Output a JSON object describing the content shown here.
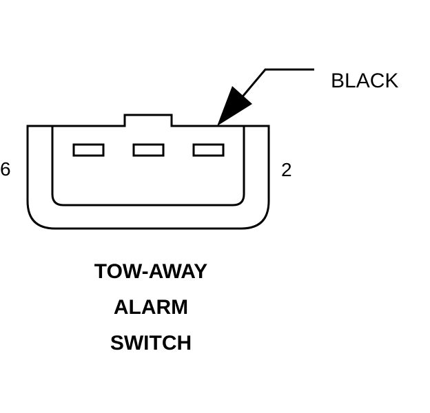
{
  "wire_color_label": "BLACK",
  "pin_labels": {
    "left": "6",
    "right": "2"
  },
  "title_lines": [
    "TOW-AWAY",
    "ALARM",
    "SWITCH"
  ],
  "colors": {
    "ink": "#000000",
    "background": "#ffffff"
  }
}
